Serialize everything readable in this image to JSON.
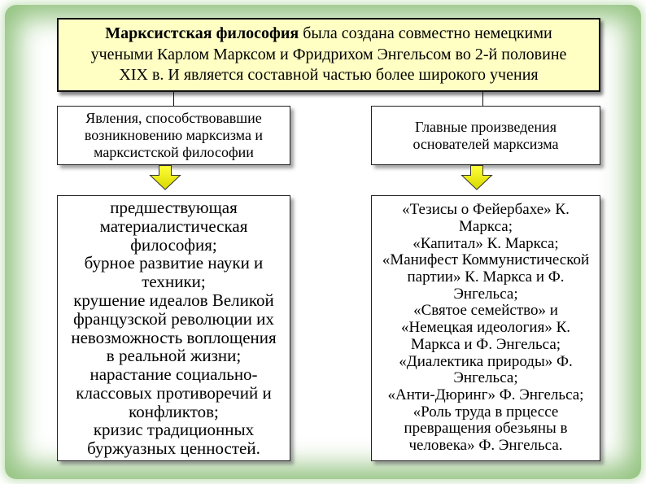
{
  "colors": {
    "summary_background": "#ffffc4",
    "arrow_fill_top": "#ffff3a",
    "arrow_fill_bottom": "#d8d800",
    "frame_glow": "rgba(120,180,96,0.8)"
  },
  "summary": {
    "term": "Марксистская философия",
    "line1_rest": "была создана совместно немецкими",
    "line2": "учеными Карлом Марксом и Фридрихом Энгельсом во 2-й половине",
    "line3": "XIX в. И является составной частью более широкого учения"
  },
  "left_column": {
    "header_lines": [
      "Явления, способствовавшие",
      "возникновению марксизма и",
      "марксистской философии"
    ],
    "body_lines": [
      "предшествующая",
      "материалистическая",
      "философия;",
      "бурное развитие науки и",
      "техники;",
      "крушение идеалов Великой",
      "французской революции их",
      "невозможность воплощения",
      "в реальной жизни;",
      "нарастание социально-",
      "классовых противоречий и",
      "конфликтов;",
      "кризис традиционных",
      "буржуазных ценностей."
    ]
  },
  "right_column": {
    "header_lines": [
      "Главные произведения",
      "основателей марксизма"
    ],
    "body_lines": [
      "«Тезисы о Фейербахе» К.",
      "Маркса;",
      "«Капитал» К. Маркса;",
      "«Манифест Коммунистической",
      "партии» К. Маркса и Ф.",
      "Энгельса;",
      "«Святое семейство» и",
      "«Немецкая идеология» К.",
      "Маркса и Ф. Энгельса;",
      "«Диалектика природы» Ф.",
      "Энгельса;",
      "«Анти-Дюринг» Ф. Энгельса;",
      "«Роль труда в прцессе",
      "превращения обезьяны в",
      "человека» Ф. Энгельса."
    ]
  }
}
